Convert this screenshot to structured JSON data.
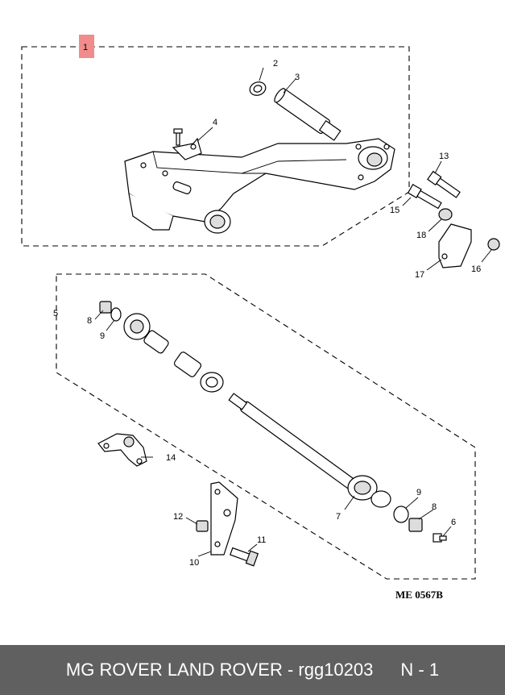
{
  "callouts": {
    "c1": "1",
    "c2": "2",
    "c3": "3",
    "c4": "4",
    "c5": "5",
    "c6": "6",
    "c7": "7",
    "c8a": "8",
    "c8b": "8",
    "c9a": "9",
    "c9b": "9",
    "c10": "10",
    "c11": "11",
    "c12": "12",
    "c13": "13",
    "c14": "14",
    "c15": "15",
    "c16": "16",
    "c17": "17",
    "c18": "18"
  },
  "highlight_color": "#f08c8c",
  "diagram_ref": "ME 0567B",
  "footer": {
    "title": "MG ROVER LAND ROVER - rgg10203",
    "position": "N - 1"
  }
}
